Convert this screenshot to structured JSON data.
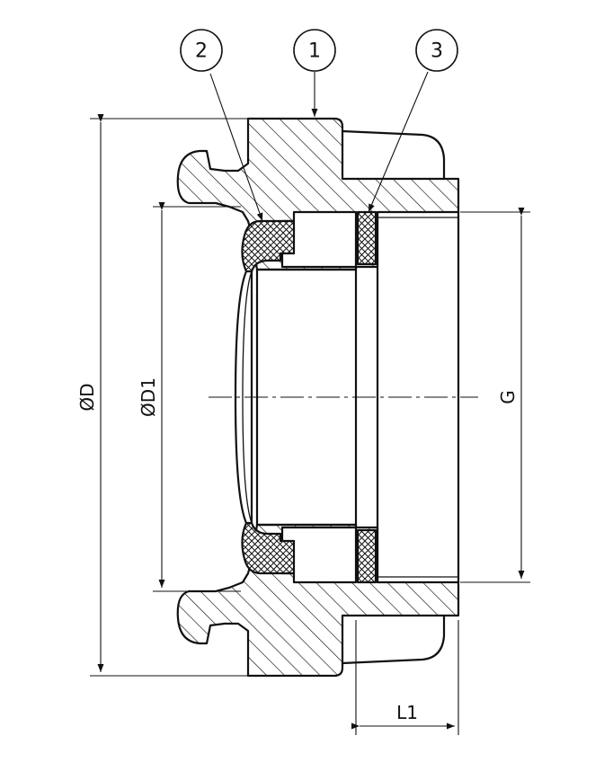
{
  "labels": {
    "balloon_1": "1",
    "balloon_2": "2",
    "balloon_3": "3",
    "dim_D": "ØD",
    "dim_D1": "ØD1",
    "dim_G": "G",
    "dim_L1": "L1"
  }
}
